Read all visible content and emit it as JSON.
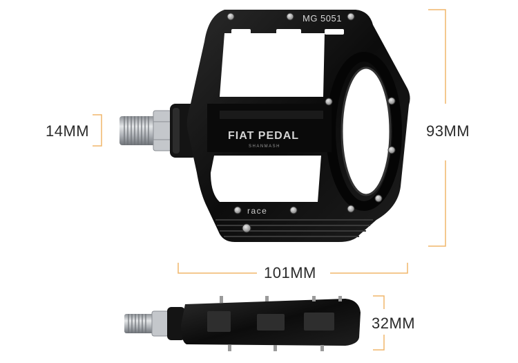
{
  "product": {
    "model": "MG 5051",
    "name": "FIAT PEDAL",
    "brand_sub": "SHANMASH",
    "race_tag": "race"
  },
  "dimensions": {
    "spindle_thread": "14MM",
    "length": "93MM",
    "width": "101MM",
    "thickness": "32MM"
  },
  "colors": {
    "dimension_line": "#f0b56a",
    "pedal_body": "#111111",
    "spindle": "#b9bcc0",
    "text": "#2b2b2b"
  }
}
